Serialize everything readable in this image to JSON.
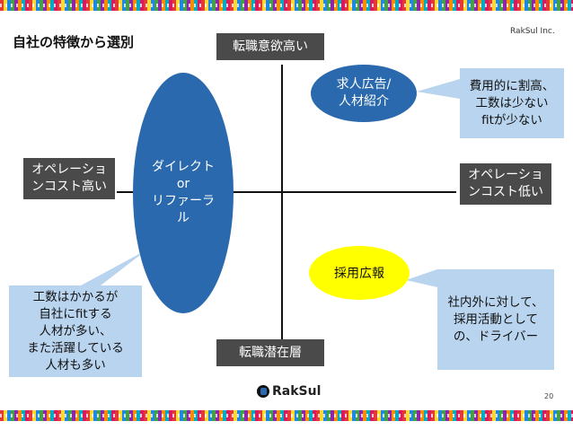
{
  "slide": {
    "title": "自社の特徴から選別",
    "brand_small": "RakSul Inc.",
    "page_number": "20",
    "footer_brand": "RakSul"
  },
  "axes": {
    "top": "転職意欲高い",
    "bottom": "転職潜在層",
    "left": [
      "オペレーショ",
      "ンコスト高い"
    ],
    "right": [
      "オペレーショ",
      "ンコスト低い"
    ]
  },
  "channels": {
    "direct": [
      "ダイレクト",
      "or",
      "リファーラ",
      "ル"
    ],
    "job_ads": [
      "求人広告/",
      "人材紹介"
    ],
    "recruitment_pr": "採用広報"
  },
  "callouts": {
    "job_ads_note": [
      "費用的に割高、",
      "工数は少ない",
      "fitが少ない"
    ],
    "direct_note": [
      "工数はかかるが",
      "自社にfitする",
      "人材が多い、",
      "また活躍している",
      "人材も多い"
    ],
    "pr_note": [
      "社内外に対して、",
      "採用活動として",
      "の、ドライバー"
    ]
  },
  "colors": {
    "ellipse_blue": "#2a69ad",
    "pr_yellow": "#ffff00",
    "callout_fill": "#b9d4ee",
    "label_box_gray": "#4a4a4a"
  }
}
